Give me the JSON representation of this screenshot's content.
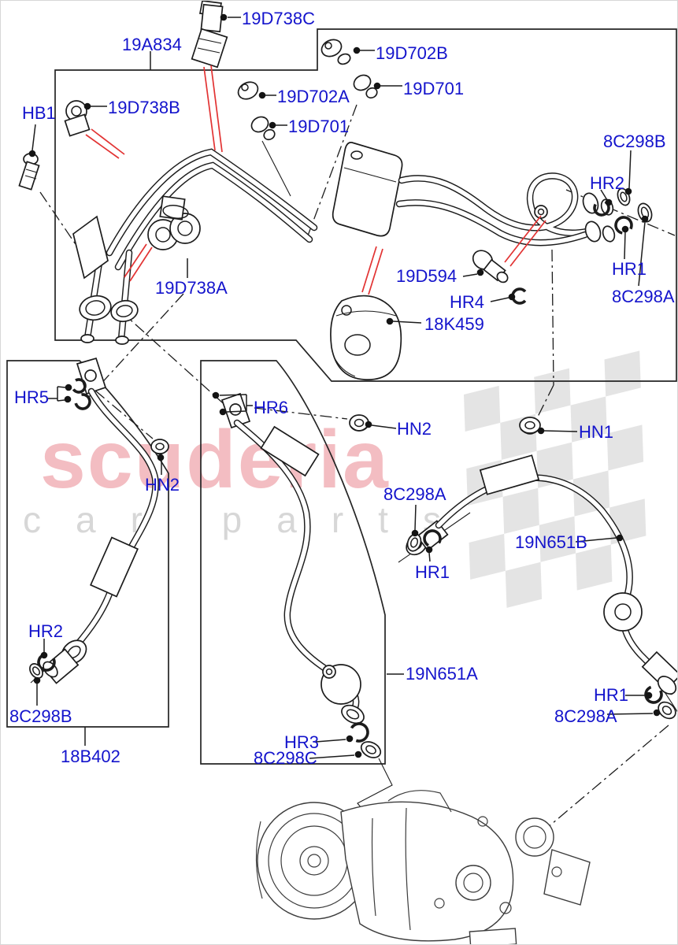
{
  "watermark": {
    "brand": "scuderia",
    "tagline": "car parts",
    "brand_color": "#e15a67",
    "checker_color": "#d2d2d2"
  },
  "diagram": {
    "label_color": "#1414cc",
    "leader_color": "#1c1c1c",
    "locator_color": "#e23333",
    "labels": [
      {
        "text": "19D738C"
      },
      {
        "text": "19A834"
      },
      {
        "text": "HB1"
      },
      {
        "text": "19D738B"
      },
      {
        "text": "19D702A"
      },
      {
        "text": "19D701"
      },
      {
        "text": "19D702B"
      },
      {
        "text": "19D701"
      },
      {
        "text": "8C298B"
      },
      {
        "text": "HR2"
      },
      {
        "text": "HR1"
      },
      {
        "text": "8C298A"
      },
      {
        "text": "19D594"
      },
      {
        "text": "HR4"
      },
      {
        "text": "18K459"
      },
      {
        "text": "19D738A"
      },
      {
        "text": "HR5"
      },
      {
        "text": "HN2"
      },
      {
        "text": "HR6"
      },
      {
        "text": "HN2"
      },
      {
        "text": "HN1"
      },
      {
        "text": "8C298A"
      },
      {
        "text": "HR1"
      },
      {
        "text": "19N651B"
      },
      {
        "text": "HR2"
      },
      {
        "text": "8C298B"
      },
      {
        "text": "18B402"
      },
      {
        "text": "19N651A"
      },
      {
        "text": "HR3"
      },
      {
        "text": "8C298C"
      },
      {
        "text": "HR1"
      },
      {
        "text": "8C298A"
      }
    ]
  }
}
